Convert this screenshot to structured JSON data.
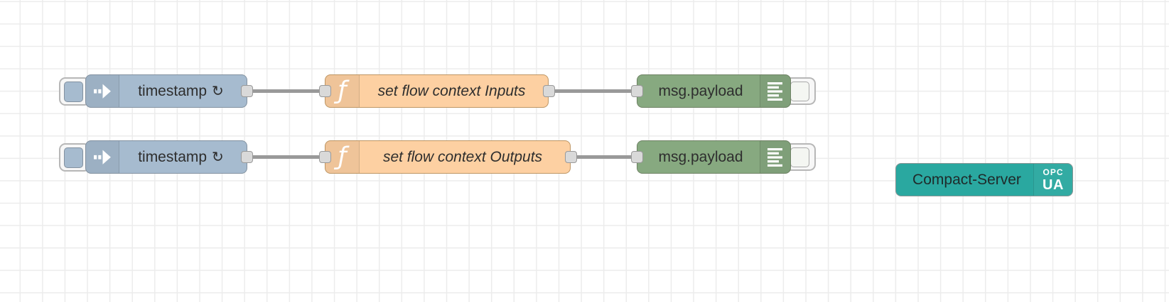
{
  "app": "node-red-flow-editor",
  "colors": {
    "inject_node": "#a6bbcf",
    "function_node": "#fdd0a2",
    "debug_node": "#87a980",
    "server_node": "#2aa8a0",
    "wire": "#999999",
    "grid_line": "#ececec",
    "port_fill": "#d9d9d9",
    "label_text": "#2e2e2e",
    "icon_white": "#ffffff"
  },
  "icons": {
    "inject_icon": "arrow-right-with-dashes",
    "function_glyph": "ƒ",
    "debug_icon": "list-lines",
    "repeat_glyph": "↻"
  },
  "nodes": {
    "inject1": {
      "label": "timestamp"
    },
    "function1": {
      "label": "set flow context Inputs"
    },
    "debug1": {
      "label": "msg.payload"
    },
    "inject2": {
      "label": "timestamp"
    },
    "function2": {
      "label": "set flow context Outputs"
    },
    "debug2": {
      "label": "msg.payload"
    },
    "server": {
      "label": "Compact-Server",
      "badge_top": "OPC",
      "badge_bottom": "UA"
    }
  }
}
